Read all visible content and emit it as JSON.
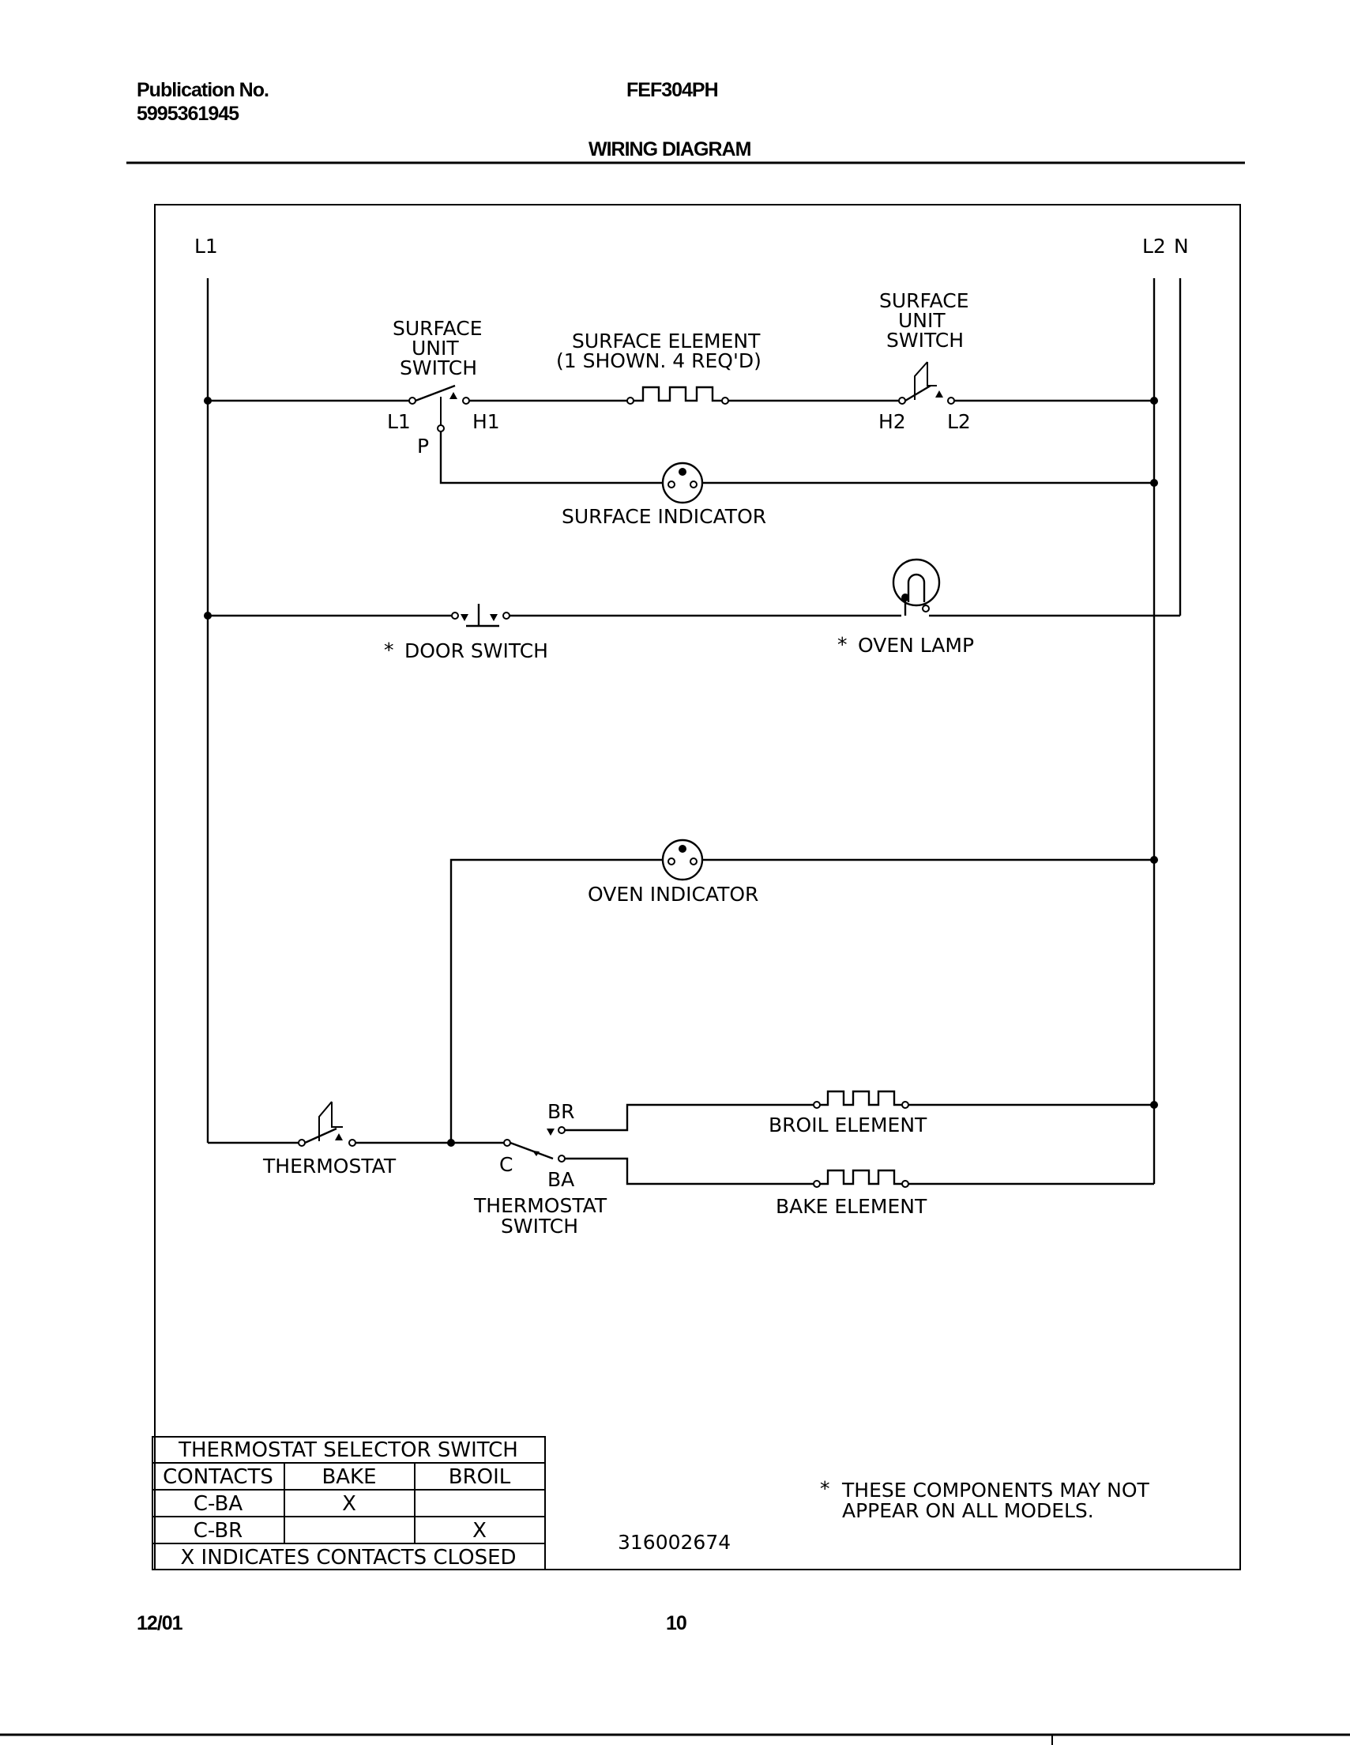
{
  "header": {
    "publication_label": "Publication No.",
    "publication_number": "5995361945",
    "model": "FEF304PH",
    "section_title": "WIRING DIAGRAM"
  },
  "diagram": {
    "lines": {
      "l1": "L1",
      "l2": "L2",
      "n": "N"
    },
    "surface_switch_left": {
      "label_line1": "SURFACE",
      "label_line2": "UNIT",
      "label_line3": "SWITCH",
      "terminal_l1": "L1",
      "terminal_h1": "H1",
      "terminal_p": "P"
    },
    "surface_element": {
      "label_line1": "SURFACE ELEMENT",
      "label_line2": "(1 SHOWN. 4 REQ'D)"
    },
    "surface_switch_right": {
      "label_line1": "SURFACE",
      "label_line2": "UNIT",
      "label_line3": "SWITCH",
      "terminal_h2": "H2",
      "terminal_l2": "L2"
    },
    "surface_indicator": "SURFACE INDICATOR",
    "door_switch": "DOOR SWITCH",
    "oven_lamp": "OVEN LAMP",
    "asterisk": "*",
    "oven_indicator": "OVEN INDICATOR",
    "thermostat": "THERMOSTAT",
    "thermostat_switch": {
      "label_line1": "THERMOSTAT",
      "label_line2": "SWITCH",
      "terminal_c": "C",
      "terminal_br": "BR",
      "terminal_ba": "BA"
    },
    "broil_element": "BROIL ELEMENT",
    "bake_element": "BAKE ELEMENT",
    "note_line1": "THESE COMPONENTS MAY NOT",
    "note_line2": "APPEAR ON ALL MODELS.",
    "part_number": "316002674"
  },
  "selector_table": {
    "title": "THERMOSTAT SELECTOR SWITCH",
    "headers": [
      "CONTACTS",
      "BAKE",
      "BROIL"
    ],
    "rows": [
      [
        "C-BA",
        "X",
        ""
      ],
      [
        "C-BR",
        "",
        "X"
      ]
    ],
    "footer": "X INDICATES CONTACTS CLOSED"
  },
  "footer": {
    "date": "12/01",
    "page": "10"
  }
}
